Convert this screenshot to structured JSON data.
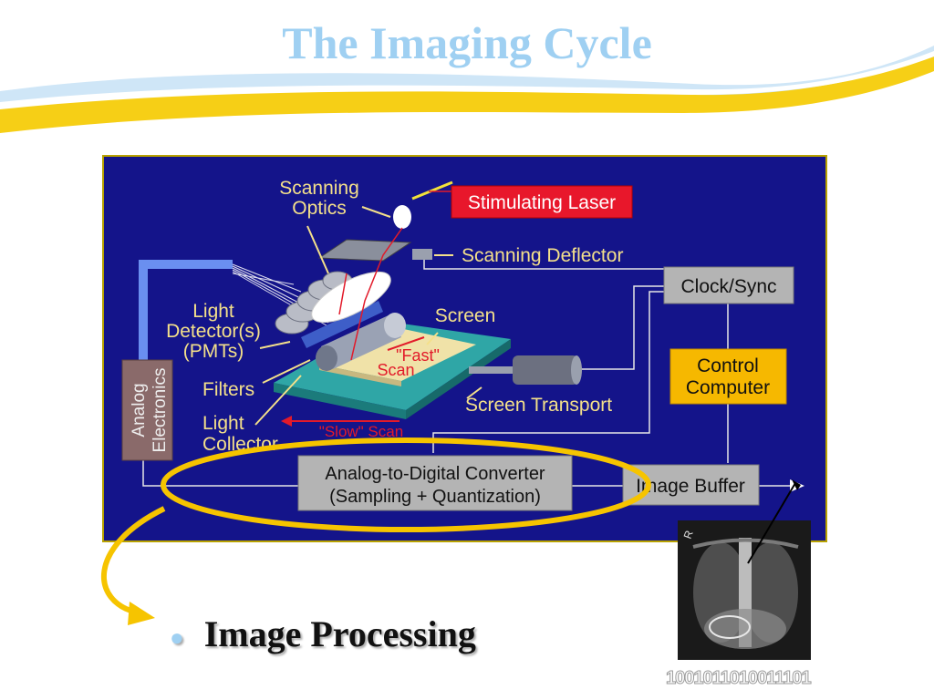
{
  "slide": {
    "title": "The Imaging Cycle",
    "bullet": "Image Processing",
    "binary_string": "1001011010011101"
  },
  "diagram": {
    "labels": {
      "scanning_optics_1": "Scanning",
      "scanning_optics_2": "Optics",
      "stimulating_laser": "Stimulating Laser",
      "scanning_deflector": "Scanning Deflector",
      "clock_sync": "Clock/Sync",
      "control_computer_1": "Control",
      "control_computer_2": "Computer",
      "light_detectors_1": "Light",
      "light_detectors_2": "Detector(s)",
      "light_detectors_3": "(PMTs)",
      "screen": "Screen",
      "fast_scan_1": "\"Fast\"",
      "fast_scan_2": "Scan",
      "filters": "Filters",
      "screen_transport": "Screen Transport",
      "light_collector_1": "Light",
      "light_collector_2": "Collector",
      "slow_scan": "\"Slow\" Scan",
      "analog_electronics_1": "Analog",
      "analog_electronics_2": "Electronics",
      "adc_1": "Analog-to-Digital Converter",
      "adc_2": "(Sampling + Quantization)",
      "image_buffer": "Image Buffer"
    },
    "colors": {
      "panel_bg": "#14148a",
      "laser_box": "#e8172b",
      "control_box": "#f6b800",
      "gray_box": "#b4b4b4",
      "label_text": "#f4e08a",
      "highlight_ellipse": "#f6c400",
      "title": "#9fd0f2"
    }
  }
}
